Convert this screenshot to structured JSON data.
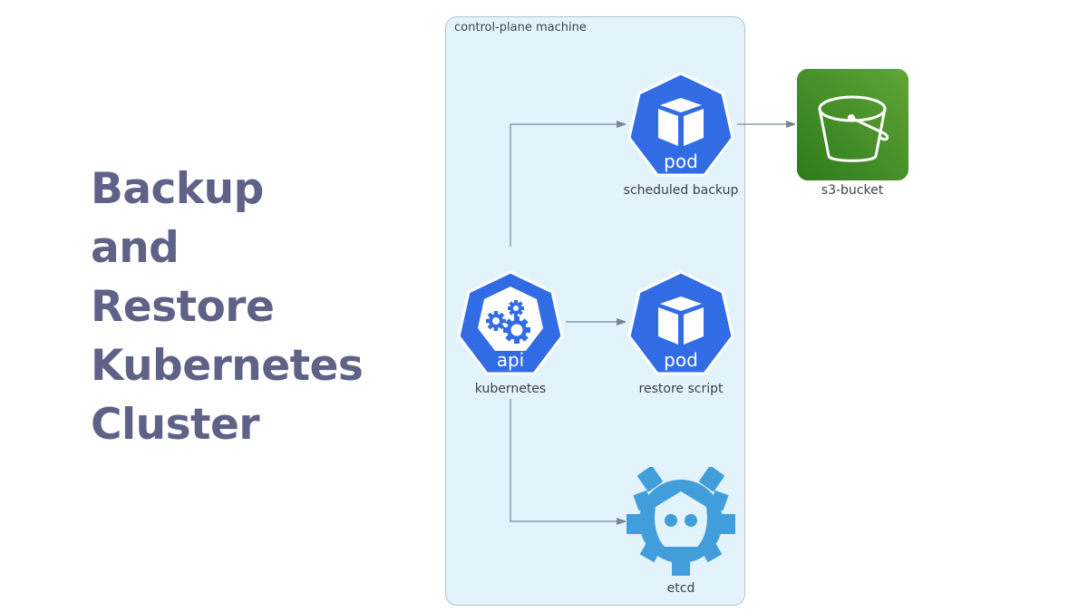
{
  "title": {
    "lines": [
      "Backup",
      "and",
      "Restore",
      "Kubernetes",
      "Cluster"
    ],
    "color": "#5f6187"
  },
  "cluster": {
    "label": "control-plane machine",
    "background": "#e3f3fc",
    "border": "#b5c2cc"
  },
  "nodes": {
    "kubernetes": {
      "label": "kubernetes",
      "icon_text": "api",
      "icon": "kubernetes-api-icon",
      "color": "#326ce5"
    },
    "scheduled_backup": {
      "label": "scheduled backup",
      "icon_text": "pod",
      "icon": "kubernetes-pod-icon",
      "color": "#326ce5"
    },
    "restore_script": {
      "label": "restore script",
      "icon_text": "pod",
      "icon": "kubernetes-pod-icon",
      "color": "#326ce5"
    },
    "etcd": {
      "label": "etcd",
      "icon": "etcd-icon",
      "color": "#419eda"
    },
    "s3_bucket": {
      "label": "s3-bucket",
      "icon": "s3-bucket-icon",
      "color_dark": "#2e7a1c",
      "color_light": "#60a637"
    }
  },
  "edges": [
    {
      "from": "kubernetes",
      "to": "scheduled_backup"
    },
    {
      "from": "kubernetes",
      "to": "restore_script"
    },
    {
      "from": "kubernetes",
      "to": "etcd"
    },
    {
      "from": "scheduled_backup",
      "to": "s3_bucket"
    }
  ],
  "edge_color": "#7b8794"
}
